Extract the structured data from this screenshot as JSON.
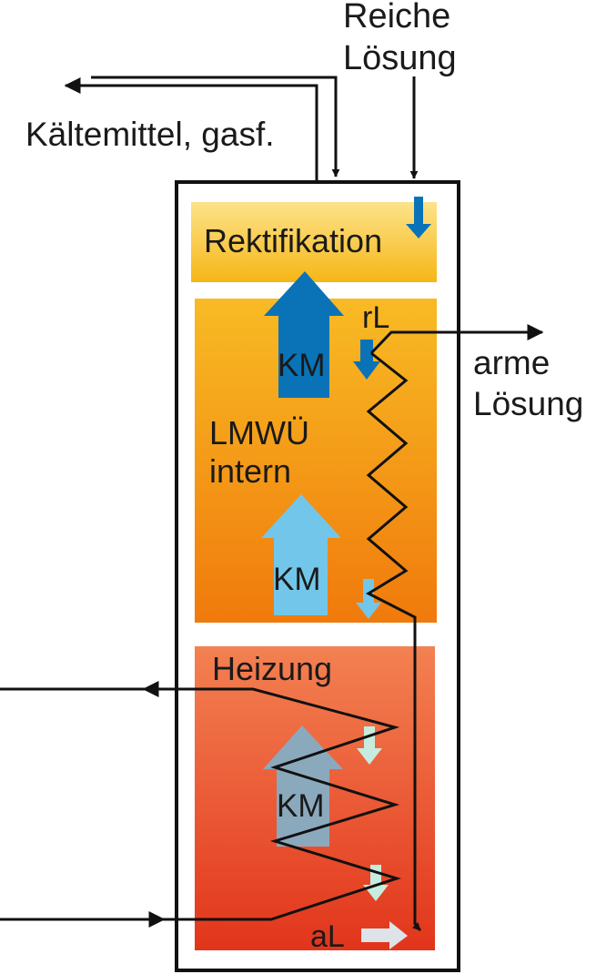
{
  "labels": {
    "reiche_loesung_1": "Reiche",
    "reiche_loesung_2": "Lösung",
    "kaeltemittel": "Kältemittel, gasf.",
    "rektifikation": "Rektifikation",
    "rl": "rL",
    "arme_loesung_1": "arme",
    "arme_loesung_2": "Lösung",
    "km_top": "KM",
    "lmwu_1": "LMWÜ",
    "lmwu_2": "intern",
    "km_mid": "KM",
    "heizung": "Heizung",
    "km_bottom": "KM",
    "al": "aL"
  },
  "colors": {
    "outline": "#111111",
    "rektifikation_top": "#fde38a",
    "rektifikation_bottom": "#f6b617",
    "lmwu_top": "#f8bb24",
    "lmwu_bottom": "#f07a0c",
    "heizung_top": "#f38152",
    "heizung_bottom": "#e2351b",
    "arrow_dark_blue": "#0a73b7",
    "arrow_light_blue": "#72c6ea",
    "arrow_grey_blue": "#8ba9bd",
    "arrow_mint": "#c6ecdf",
    "arrow_al": "#dde3e8"
  }
}
